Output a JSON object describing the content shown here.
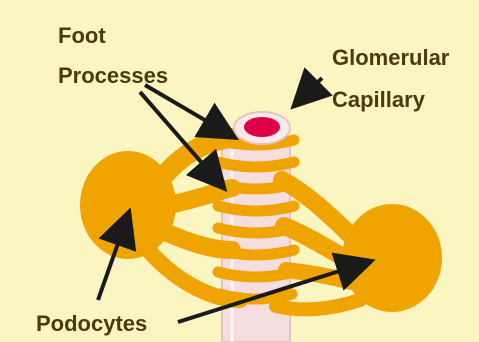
{
  "labels": {
    "foot_line1": "Foot",
    "foot_line2": "Processes",
    "glomerular_line1": "Glomerular",
    "glomerular_line2": "Capillary",
    "podocytes": "Podocytes"
  },
  "colors": {
    "background": "#fbf5c2",
    "podocyte": "#f0a400",
    "capillary_wall": "#f6dede",
    "capillary_lumen": "#e0004a",
    "arrow": "#1a1a1a",
    "text": "#4a3a10"
  }
}
